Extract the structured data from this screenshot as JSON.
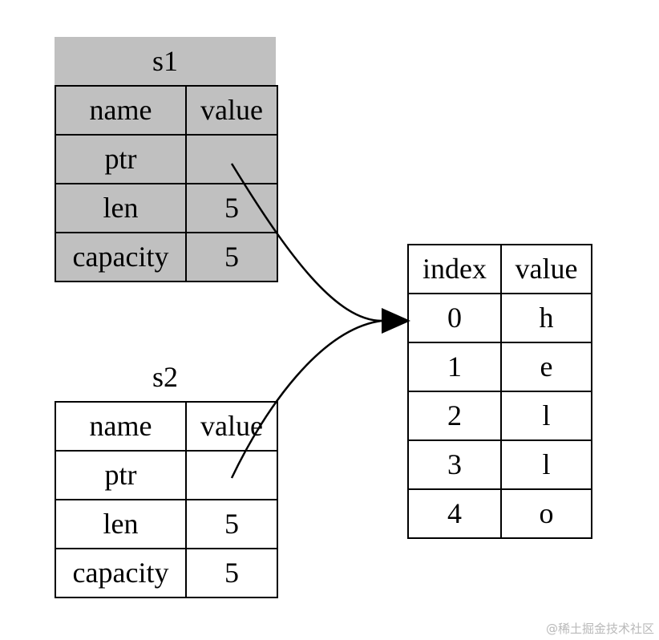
{
  "s1": {
    "title": "s1",
    "header": {
      "name": "name",
      "value": "value"
    },
    "rows": [
      {
        "name": "ptr",
        "value": ""
      },
      {
        "name": "len",
        "value": "5"
      },
      {
        "name": "capacity",
        "value": "5"
      }
    ],
    "fill": "#c0c0c0"
  },
  "s2": {
    "title": "s2",
    "header": {
      "name": "name",
      "value": "value"
    },
    "rows": [
      {
        "name": "ptr",
        "value": ""
      },
      {
        "name": "len",
        "value": "5"
      },
      {
        "name": "capacity",
        "value": "5"
      }
    ],
    "fill": "#ffffff"
  },
  "heap": {
    "header": {
      "index": "index",
      "value": "value"
    },
    "rows": [
      {
        "index": "0",
        "value": "h"
      },
      {
        "index": "1",
        "value": "e"
      },
      {
        "index": "2",
        "value": "l"
      },
      {
        "index": "3",
        "value": "l"
      },
      {
        "index": "4",
        "value": "o"
      }
    ]
  },
  "pointers": [
    {
      "from": "s1.ptr",
      "to": "heap.0"
    },
    {
      "from": "s2.ptr",
      "to": "heap.0"
    }
  ],
  "watermark": "@稀土掘金技术社区"
}
